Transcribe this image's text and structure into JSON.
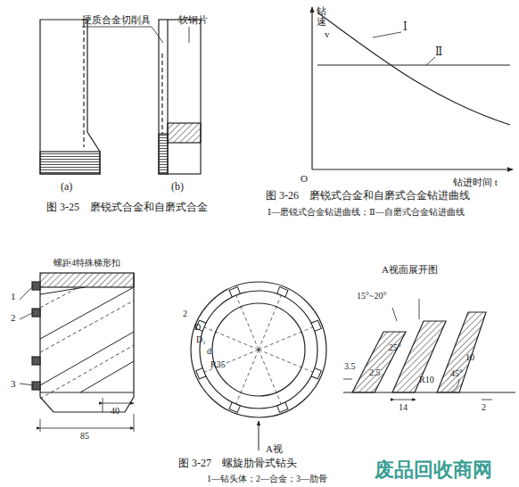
{
  "diagram": {
    "labels": [
      "硬质合金切削具",
      "软钢片",
      "(a)",
      "(b)",
      "图 3-25　磨锐式合金和自磨式合金",
      "钻速",
      "v",
      "O",
      "钻进时间 t",
      "Ⅰ",
      "Ⅱ",
      "图 3-26　磨锐式合金和自磨式合金钻进曲线",
      "Ⅰ—磨锐式合金钻进曲线；Ⅱ—自磨式合金钻进曲线",
      "螺距4特殊梯形扣",
      "1",
      "2",
      "3",
      "40",
      "85",
      "2",
      "D",
      "D₁",
      "d",
      "R35",
      "A视",
      "A视面展开图",
      "15°~20°",
      "3.5",
      "25°",
      "2.5",
      "14",
      "45°",
      "10",
      "R10",
      "2",
      "图 3-27　螺旋肋骨式钻头",
      "1—钻头体；2—合金；3—肋骨",
      "废品回收商网"
    ]
  }
}
